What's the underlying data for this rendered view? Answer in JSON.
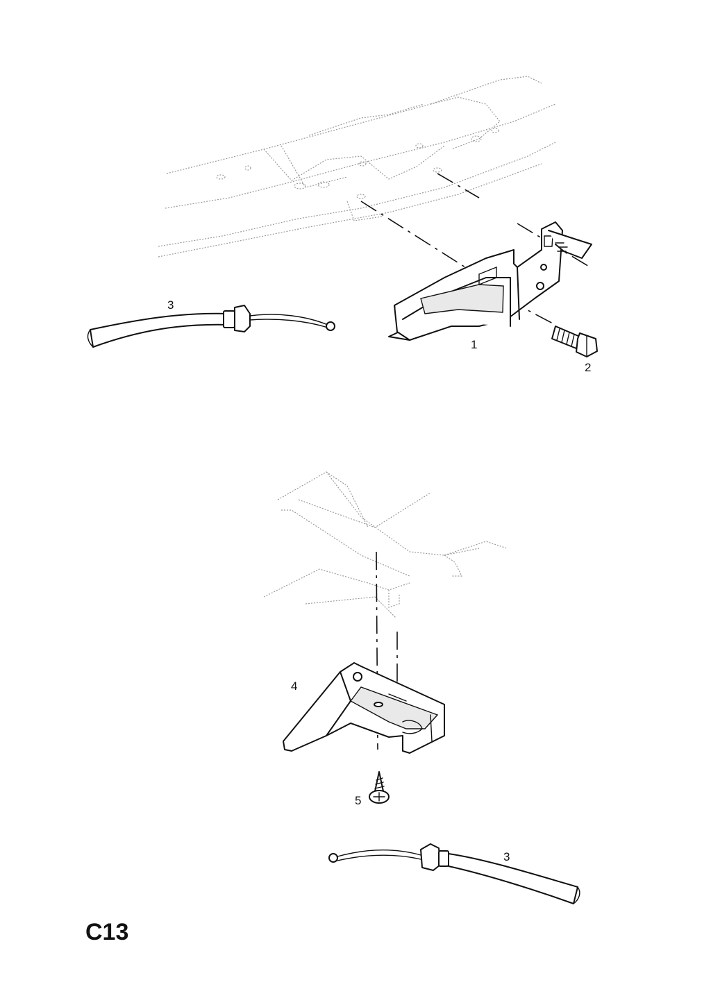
{
  "callouts": {
    "c1": "1",
    "c2": "2",
    "c3_top": "3",
    "c4": "4",
    "c5": "5",
    "c3_bottom": "3"
  },
  "reference": "C13"
}
